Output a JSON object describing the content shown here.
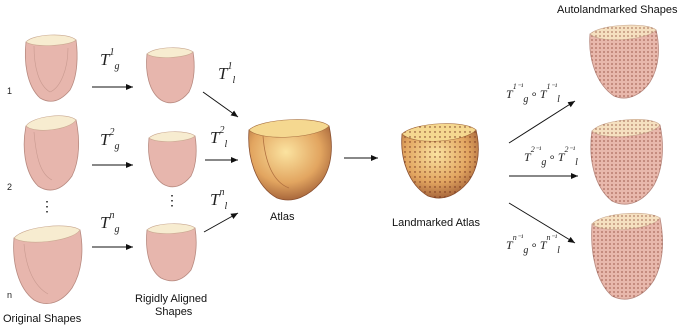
{
  "labels": {
    "original_shapes": "Original Shapes",
    "rigidly_aligned_line1": "Rigidly Aligned",
    "rigidly_aligned_line2": "Shapes",
    "atlas": "Atlas",
    "landmarked_atlas": "Landmarked Atlas",
    "autolandmarked_shapes": "Autolandmarked Shapes"
  },
  "row_numbers": [
    "1",
    "2",
    "n"
  ],
  "transforms": {
    "global": [
      "1",
      "2",
      "n"
    ],
    "local": [
      "1",
      "2",
      "n"
    ],
    "inverse_global_sup": [
      "1⁻¹",
      "2⁻¹",
      "n⁻¹"
    ],
    "inverse_local_sup": [
      "1⁻¹",
      "2⁻¹",
      "n⁻¹"
    ],
    "base_g": "T",
    "base_g_sub": "g",
    "base_l": "T",
    "base_l_sub": "l",
    "compose": "∘"
  },
  "ellipsis": "⋮",
  "colors": {
    "shape_outer": "#e8b8b0",
    "shape_inner": "#f6e8c8",
    "atlas_outer": "#c98a55",
    "atlas_inner": "#f0c070",
    "dots": "#7a3020",
    "arrow": "#111111"
  }
}
